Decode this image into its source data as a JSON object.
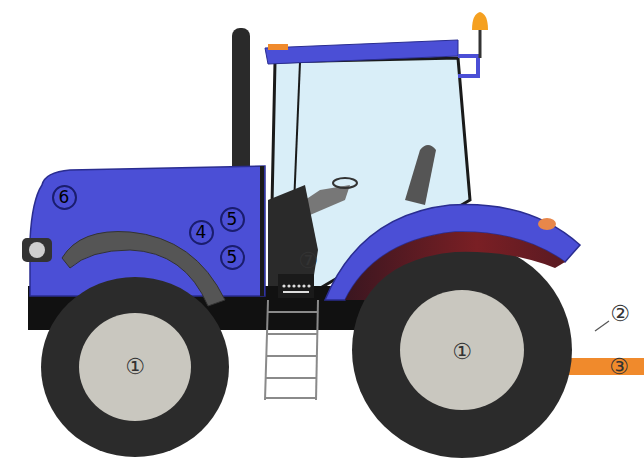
{
  "diagram": {
    "nodes": [
      {
        "text": [
          "6"
        ]
      },
      {
        "text": [
          "5"
        ]
      },
      {
        "text": [
          "4"
        ]
      },
      {
        "text": [
          "5"
        ]
      }
    ],
    "labels": [
      "⑦",
      "②",
      "①",
      "①",
      "③"
    ]
  }
}
